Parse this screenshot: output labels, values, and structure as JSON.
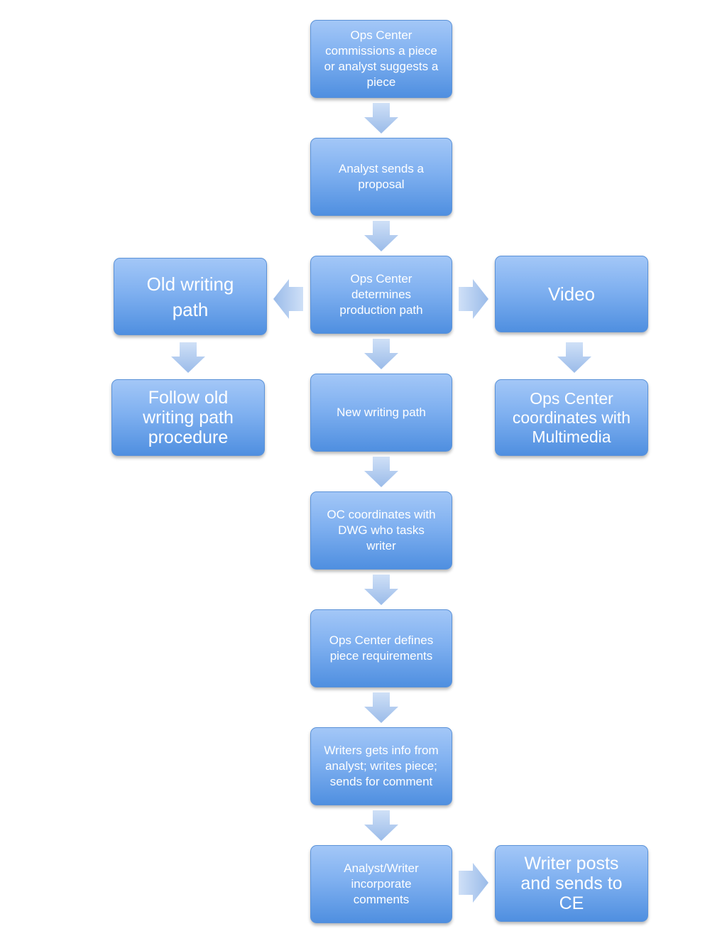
{
  "nodes": {
    "commission": "Ops Center\ncommissions a piece\nor analyst suggests a\npiece",
    "proposal": "Analyst sends a\nproposal",
    "determine": "Ops Center\ndetermines\nproduction path",
    "old_path": "Old writing\npath",
    "video": "Video",
    "follow_old": "Follow old\nwriting path\nprocedure",
    "new_path": "New writing path",
    "multimedia": "Ops Center\ncoordinates with\nMultimedia",
    "oc_dwg": "OC coordinates with\nDWG who tasks\nwriter",
    "requirements": "Ops Center defines\npiece requirements",
    "writer_info": "Writers gets info from\nanalyst; writes piece;\nsends for comment",
    "incorporate": "Analyst/Writer\nincorporate\ncomments",
    "posts": "Writer posts\nand sends to\nCE"
  },
  "colors": {
    "box_top": "#a3c7f7",
    "box_bottom": "#4f8fe0",
    "arrow_top": "#c9dcf6",
    "arrow_bottom": "#9dbdec"
  }
}
